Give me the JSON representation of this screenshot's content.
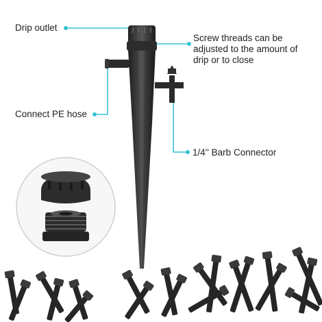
{
  "labels": {
    "drip_outlet": "Drip outlet",
    "pe_hose": "Connect PE hose",
    "screw_line1": "Screw threads can be",
    "screw_line2": "adjusted to the amount of",
    "screw_line3": "drip or to close",
    "barb": "1/4'' Barb Connector"
  },
  "colors": {
    "leader": "#37c3d6",
    "product": "#2a2a2a",
    "product_highlight": "#555555",
    "text": "#222222"
  }
}
